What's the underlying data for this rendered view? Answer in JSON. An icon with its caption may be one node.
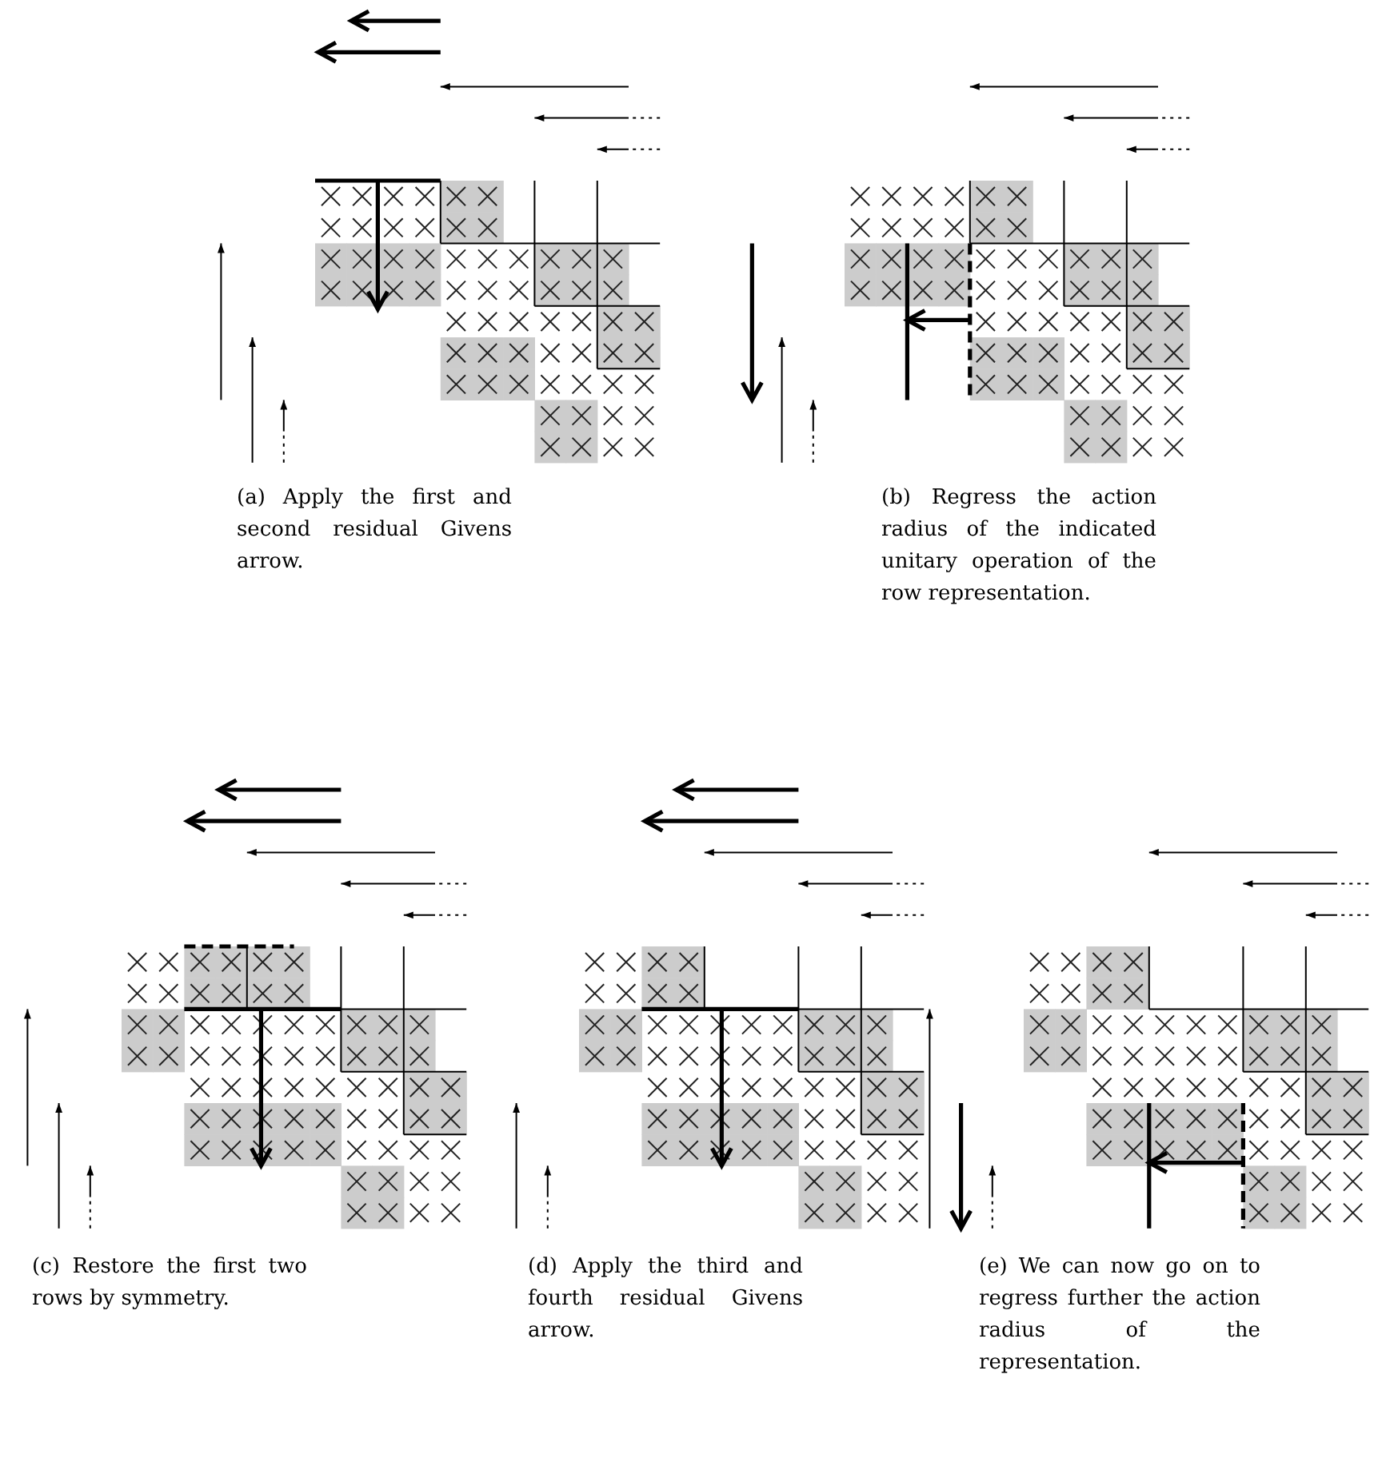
{
  "diagram": {
    "labels": [
      "(a) Apply the first and second residual Givens arrow.",
      "(b) Regress the action radius of the indicated unitary operation of the row representation.",
      "(c) Restore the first two rows by symmetry.",
      "(d) Apply the third and fourth residual Givens arrow.",
      "(e) We can now go on to regress further the action radius of the representation."
    ]
  }
}
